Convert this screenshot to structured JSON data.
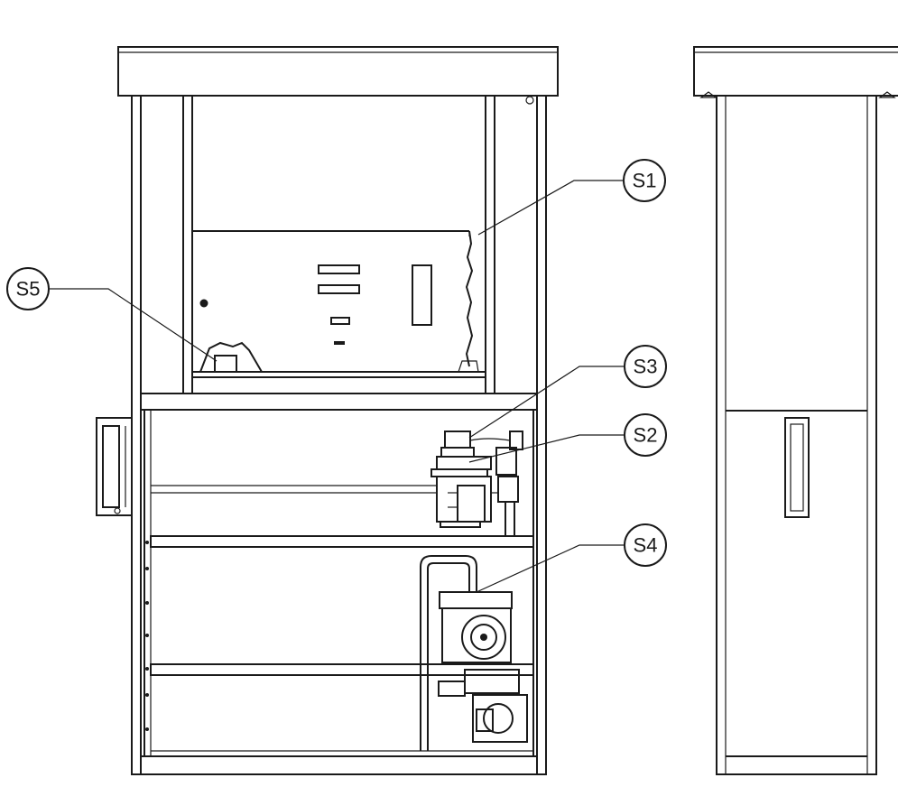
{
  "callouts": [
    {
      "id": "s1",
      "label": "S1"
    },
    {
      "id": "s2",
      "label": "S2"
    },
    {
      "id": "s3",
      "label": "S3"
    },
    {
      "id": "s4",
      "label": "S4"
    },
    {
      "id": "s5",
      "label": "S5"
    }
  ],
  "colors": {
    "line": "#1a1a1a",
    "background": "#ffffff"
  }
}
